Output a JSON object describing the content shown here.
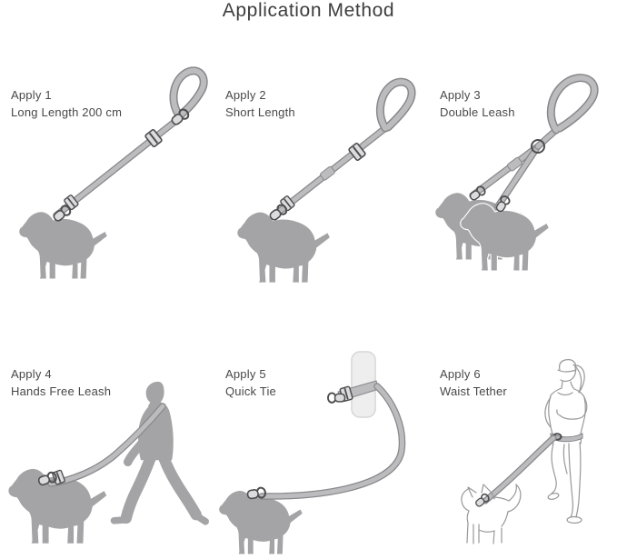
{
  "title": "Application Method",
  "panels": [
    {
      "apply": "Apply 1",
      "desc": "Long Length 200 cm",
      "illustration": "dog-with-long-leash"
    },
    {
      "apply": "Apply 2",
      "desc": "Short Length",
      "illustration": "dog-with-short-leash"
    },
    {
      "apply": "Apply 3",
      "desc": "Double Leash",
      "illustration": "two-dogs-double-leash"
    },
    {
      "apply": "Apply 4",
      "desc": "Hands Free Leash",
      "illustration": "person-walking-dog-hands-free"
    },
    {
      "apply": "Apply 5",
      "desc": "Quick Tie",
      "illustration": "leash-quick-tied-to-pole"
    },
    {
      "apply": "Apply 6",
      "desc": "Waist Tether",
      "illustration": "jogger-with-waist-tether"
    }
  ],
  "colors": {
    "title": "#3d3d3f",
    "label": "#48484a",
    "sil": "#a4a4a6",
    "leash-edge": "#88888c",
    "leash-fill": "#bcbcbe",
    "hw": "#4d4d50",
    "line": "#98989a",
    "pole": "#eeeeef",
    "pole-edge": "#d6d6d7"
  }
}
